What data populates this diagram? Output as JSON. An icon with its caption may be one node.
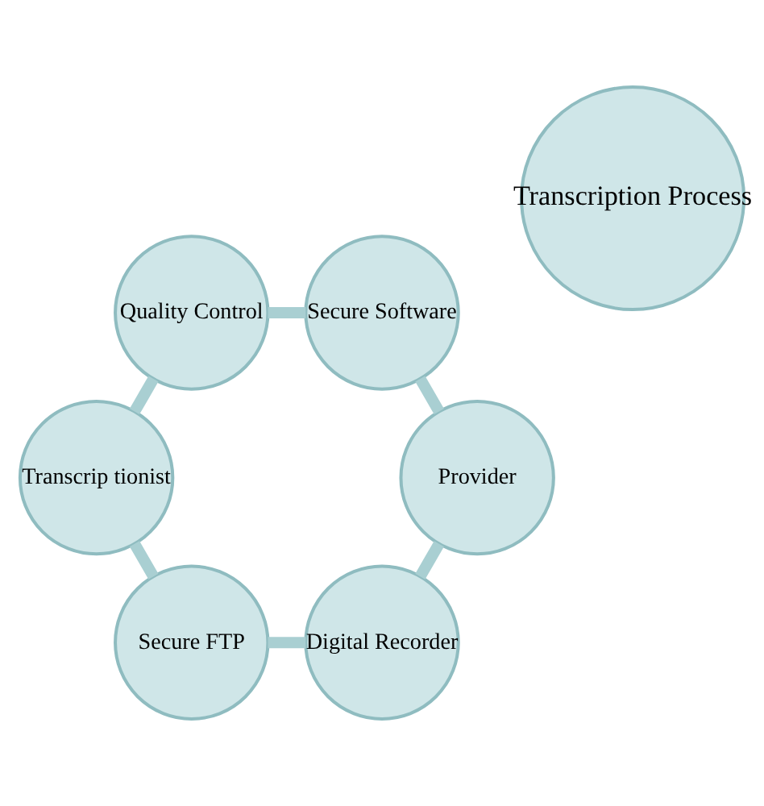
{
  "diagram": {
    "nodes": [
      {
        "text": [
          "Digital Recorder"
        ]
      },
      {
        "text": [
          "Provider"
        ]
      },
      {
        "text": [
          "Secure FTP"
        ]
      },
      {
        "text": [
          "Transcription Process"
        ]
      },
      {
        "text": [
          "Secure Software"
        ]
      },
      {
        "text": [
          "Transcrip tionist"
        ]
      },
      {
        "text": [
          "Quality Control"
        ]
      }
    ],
    "edges": [
      {
        "from": 1,
        "to": 0,
        "arrow": "none"
      },
      {
        "from": 0,
        "to": 2,
        "arrow": "none"
      },
      {
        "from": 2,
        "to": 5,
        "arrow": "none"
      },
      {
        "from": 5,
        "to": 6,
        "arrow": "none"
      },
      {
        "from": 6,
        "to": 4,
        "arrow": "none"
      },
      {
        "from": 4,
        "to": 1,
        "arrow": "none"
      }
    ]
  }
}
